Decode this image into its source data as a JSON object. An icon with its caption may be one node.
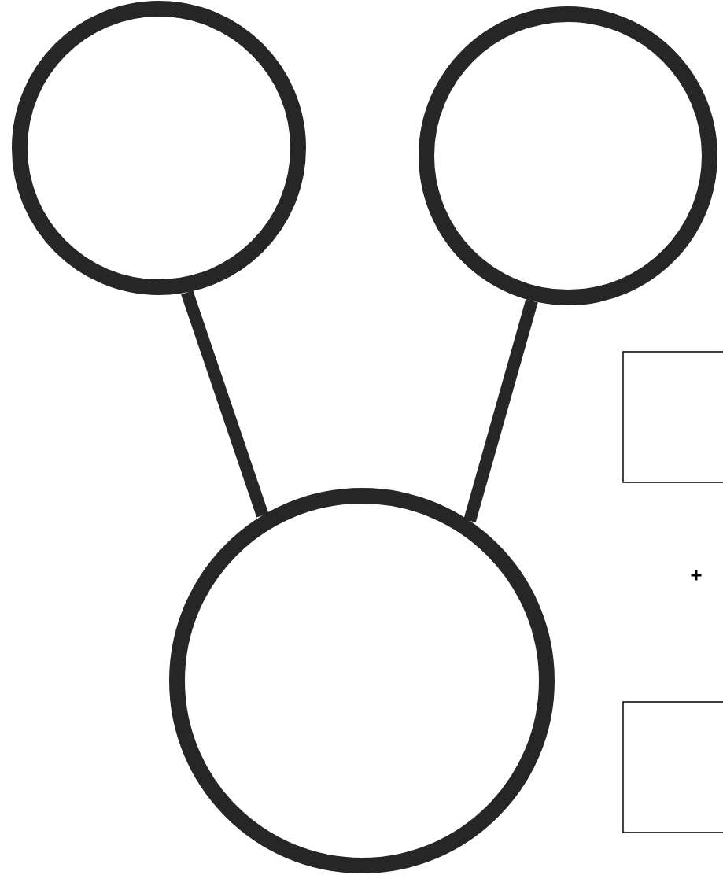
{
  "diagram": {
    "nodes": [
      {
        "text": [],
        "shape": "circle"
      },
      {
        "text": [],
        "shape": "circle"
      },
      {
        "text": [],
        "shape": "circle"
      },
      {
        "text": [],
        "shape": "box"
      },
      {
        "text": [],
        "shape": "box"
      }
    ],
    "edges": [
      {
        "from": 0,
        "to": 2,
        "arrow": "none"
      },
      {
        "from": 1,
        "to": 2,
        "arrow": "none"
      }
    ],
    "labels": [
      "+"
    ]
  }
}
